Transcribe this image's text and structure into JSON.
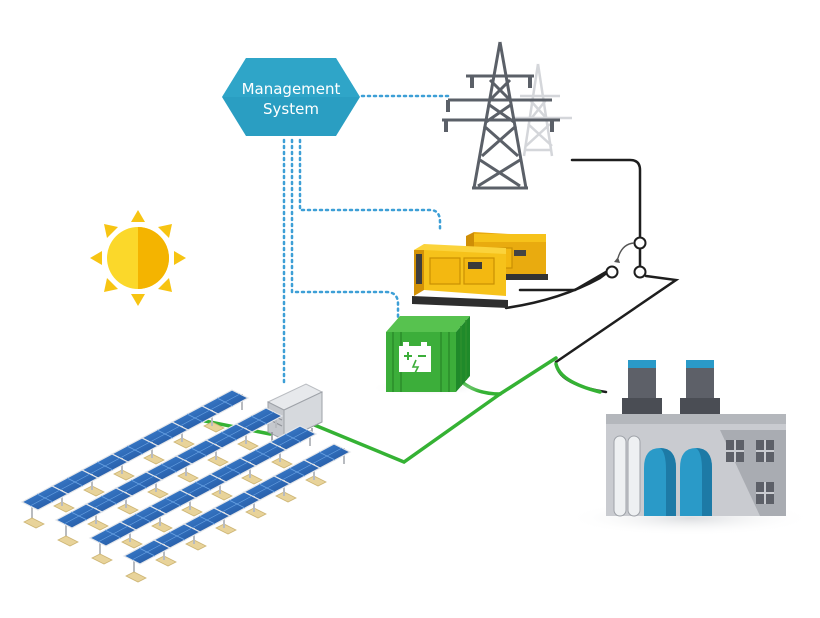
{
  "management_system": {
    "line1": "Management",
    "line2": "System"
  },
  "components": {
    "sun": "sun-icon",
    "management": "hexagon-node",
    "grid": "transmission-tower-icon",
    "generators": "diesel-generator-icon",
    "battery": "battery-container-icon",
    "inverter": "inverter-cabinet-icon",
    "solar": "solar-panel-array-icon",
    "factory": "factory-icon"
  },
  "colors": {
    "management_fill": "#2a9ec2",
    "control_link": "#3d9fd6",
    "dc_power_line": "#35b234",
    "ac_power_line": "#1e1e1e",
    "generator_body": "#f6c21a",
    "battery_body": "#3cae3a",
    "solar_panel": "#2a63b0",
    "sun": "#f7c412",
    "factory_accent": "#2a9ac8"
  }
}
